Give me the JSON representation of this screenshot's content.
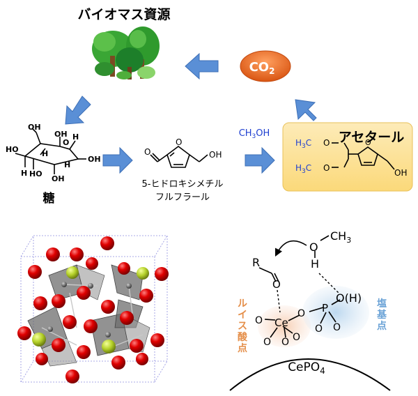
{
  "biomass_label": "バイオマス資源",
  "co2": {
    "main": "CO",
    "sub": "2"
  },
  "sugar": {
    "name": "糖",
    "oh": "OH",
    "h": "H",
    "ho": "HO"
  },
  "hmf": {
    "line1": "5-ヒドロキシメチル",
    "line2": "フルフラール",
    "oh": "OH",
    "o": "O"
  },
  "methanol": {
    "a": "CH",
    "b": "3",
    "c": "OH"
  },
  "acetal": {
    "title": "アセタール",
    "h3c": "H",
    "sub": "3",
    "c": "C",
    "o": "O",
    "oh": "OH"
  },
  "mechanism": {
    "r": "R",
    "o": "O",
    "ch3_c": "CH",
    "ch3_sub": "3",
    "h": "H",
    "oh_h": "O(H)",
    "ce": "Ce",
    "p": "P",
    "cepo4_main": "CePO",
    "cepo4_sub": "4",
    "lewis_acid": [
      "ル",
      "イ",
      "ス",
      "酸",
      "点"
    ],
    "base_site": [
      "塩",
      "基",
      "点"
    ]
  },
  "colors": {
    "arrow_blue": "#5a8fd6",
    "co2_orange": "#e2641c",
    "acetal_box": "#fce5a6",
    "methoxy_blue": "#1e3fd0",
    "lewis_text": "#e58f4a",
    "base_text": "#6aa2d6",
    "oxygen_red": "#d40000",
    "cerium_green": "#b5d12a",
    "tree_green": "#3aa635"
  }
}
